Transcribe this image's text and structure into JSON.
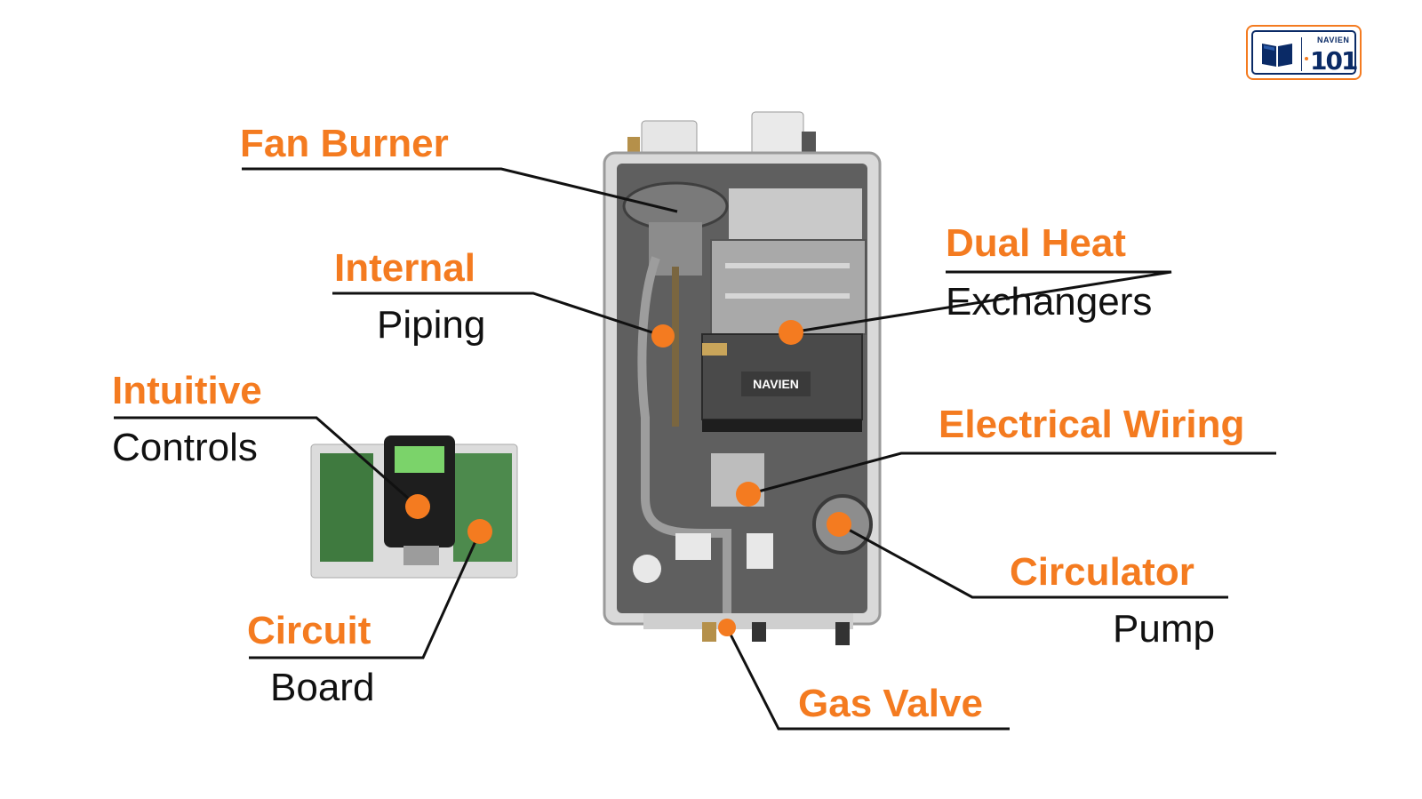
{
  "labels": {
    "fan_burner": "Fan Burner",
    "internal": "Internal",
    "piping": "Piping",
    "intuitive": "Intuitive",
    "controls": "Controls",
    "circuit": "Circuit",
    "board": "Board",
    "dual_heat": "Dual Heat",
    "exchangers": "Exchangers",
    "electrical_wiring": "Electrical Wiring",
    "circulator": "Circulator",
    "pump": "Pump",
    "gas_valve": "Gas Valve"
  },
  "unit_badge": "NAVIEN",
  "logo": {
    "brand": "NAVIEN",
    "number": "101"
  },
  "colors": {
    "accent": "#f47b20",
    "text": "#111111",
    "logo_blue": "#0a2a66"
  }
}
